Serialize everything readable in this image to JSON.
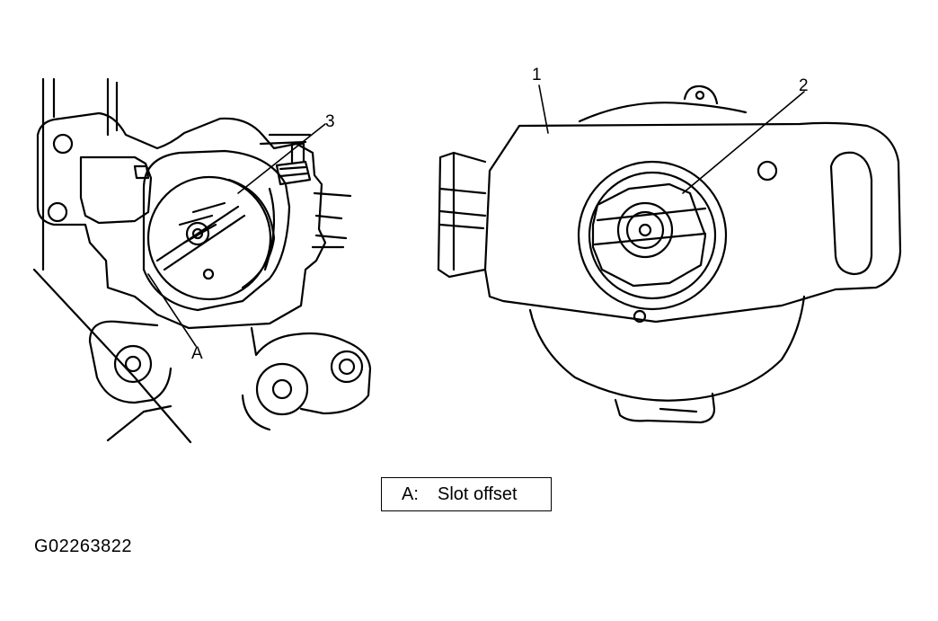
{
  "callouts": {
    "c1": "1",
    "c2": "2",
    "c3": "3",
    "cA": "A"
  },
  "legend": {
    "key": "A:",
    "text": "Slot offset"
  },
  "figure_id": "G02263822",
  "colors": {
    "line": "#000000",
    "background": "#ffffff"
  }
}
